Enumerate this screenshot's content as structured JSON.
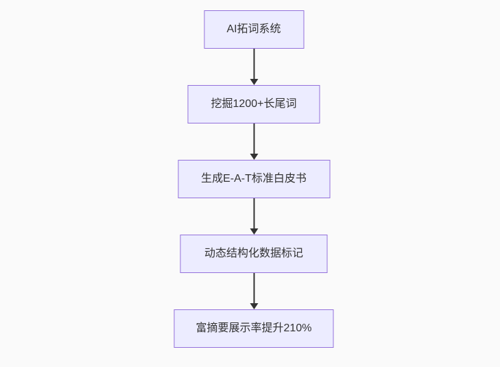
{
  "diagram": {
    "type": "flowchart",
    "direction": "top-down",
    "nodes": [
      {
        "id": "A",
        "label": "AI拓词系统"
      },
      {
        "id": "B",
        "label": "挖掘1200+长尾词"
      },
      {
        "id": "C",
        "label": "生成E-A-T标准白皮书"
      },
      {
        "id": "D",
        "label": "动态结构化数据标记"
      },
      {
        "id": "E",
        "label": "富摘要展示率提升210%"
      }
    ],
    "edges": [
      {
        "from": "A",
        "to": "B",
        "style": "arrow"
      },
      {
        "from": "B",
        "to": "C",
        "style": "arrow"
      },
      {
        "from": "C",
        "to": "D",
        "style": "arrow"
      },
      {
        "from": "D",
        "to": "E",
        "style": "arrow"
      }
    ]
  },
  "colors": {
    "background": "#fafafa",
    "node_fill": "#ECECFF",
    "node_border": "#9370DB",
    "arrow": "#333333",
    "text": "#333333"
  }
}
